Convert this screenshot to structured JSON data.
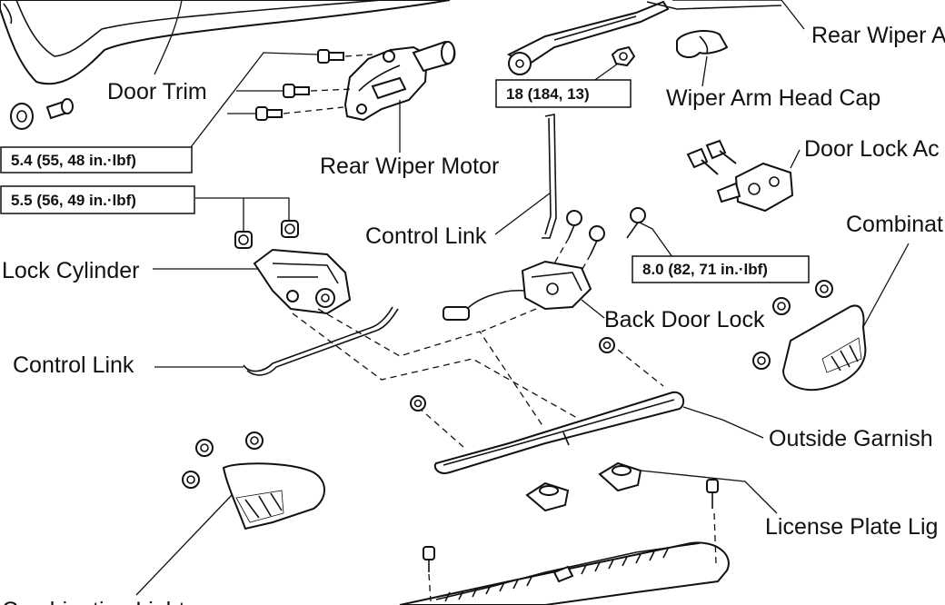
{
  "labels": {
    "door_trim": "Door Trim",
    "rear_wiper_arm": "Rear Wiper A",
    "wiper_arm_head_cap": "Wiper Arm Head Cap",
    "rear_wiper_motor": "Rear Wiper Motor",
    "door_lock_actuator": "Door Lock Ac",
    "combination_light_right": "Combinat",
    "control_link_upper": "Control Link",
    "lock_cylinder": "Lock Cylinder",
    "control_link_lower": "Control Link",
    "back_door_lock": "Back Door Lock",
    "outside_garnish": "Outside Garnish",
    "license_plate_light": "License Plate Lig",
    "combination_light_left": "Combination Light"
  },
  "torque_specs": {
    "wiper_motor_bolts": "5.4 (55, 48 in.·lbf)",
    "wiper_arm_nut": "18 (184, 13)",
    "lock_cylinder_bolts": "5.5 (56, 49 in.·lbf)",
    "back_door_lock_bolts": "8.0 (82, 71 in.·lbf)"
  }
}
